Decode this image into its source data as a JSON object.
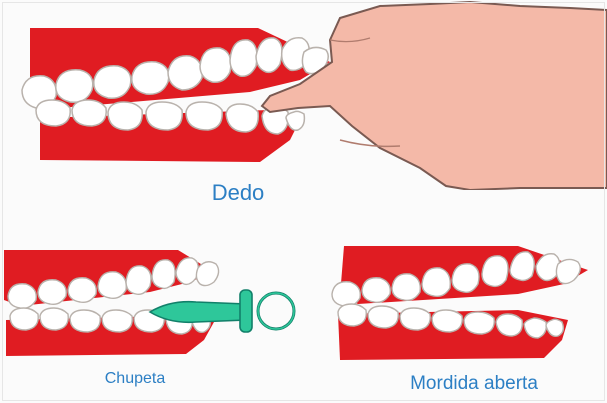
{
  "labels": {
    "finger": "Dedo",
    "pacifier": "Chupeta",
    "open_bite": "Mordida aberta"
  },
  "colors": {
    "gum": "#e01c22",
    "tooth": "#ffffff",
    "tooth_outline": "#b9b2ac",
    "skin": "#f4b9a8",
    "skin_outline": "#7a5a52",
    "pacifier": "#2ec79a",
    "pacifier_outline": "#12806a",
    "label": "#2c7fc4"
  },
  "icons": [
    "finger-illustration",
    "pacifier-illustration",
    "teeth-illustration"
  ]
}
